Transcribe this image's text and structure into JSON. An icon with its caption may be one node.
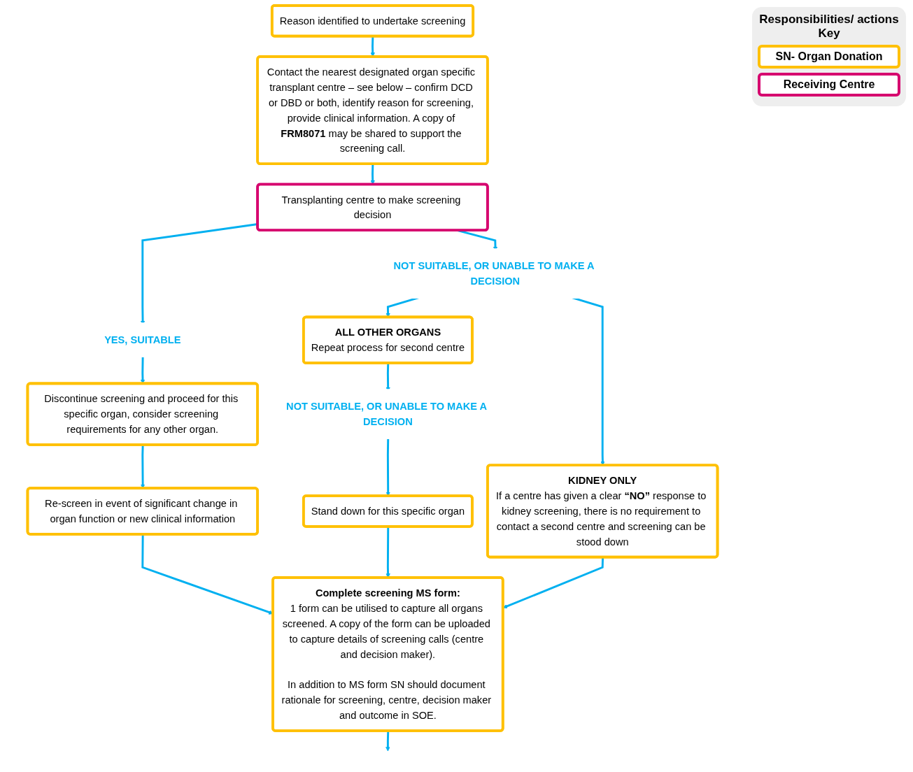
{
  "diagram": {
    "nodes": [
      {
        "text": [
          "Reason identified to undertake screening"
        ]
      },
      {
        "text": [
          "Contact the nearest designated organ specific transplant centre – see below – confirm DCD or DBD or both, identify reason for screening, provide clinical information. A copy of **FRM8071** may be shared to support the screening call."
        ]
      },
      {
        "text": [
          "Transplanting centre to make screening decision"
        ]
      },
      {
        "text": [
          "YES, SUITABLE"
        ]
      },
      {
        "text": [
          "NOT SUITABLE, OR UNABLE TO MAKE A DECISION"
        ]
      },
      {
        "text": [
          "Discontinue screening and proceed for this specific organ, consider screening requirements for any other organ."
        ]
      },
      {
        "text": [
          "ALL OTHER ORGANS",
          "Repeat process for second centre"
        ]
      },
      {
        "text": [
          "KIDNEY ONLY",
          "If a centre has given a clear **“NO”** response to kidney screening, there is no requirement to contact a second centre and screening can be stood down"
        ]
      },
      {
        "text": [
          "Re-screen in event of significant change in organ function or new clinical information"
        ]
      },
      {
        "text": [
          "NOT SUITABLE, OR UNABLE TO MAKE A DECISION"
        ]
      },
      {
        "text": [
          "Stand down for this specific organ"
        ]
      },
      {
        "text": [
          "Complete screening MS form:",
          "1 form can be utilised to capture all organs screened. A copy of the form can be uploaded to capture details of screening calls (centre and decision maker).",
          "In addition to MS form SN should document rationale for screening, centre, decision maker and outcome in SOE."
        ]
      }
    ],
    "edges": [
      {
        "from": 0,
        "to": 1,
        "arrow": "to"
      },
      {
        "from": 1,
        "to": 2,
        "arrow": "to"
      },
      {
        "from": 2,
        "to": 3,
        "arrow": "to"
      },
      {
        "from": 2,
        "to": 4,
        "arrow": "to"
      },
      {
        "from": 3,
        "to": 5,
        "arrow": "to"
      },
      {
        "from": 4,
        "to": 6,
        "arrow": "to"
      },
      {
        "from": 4,
        "to": 7,
        "arrow": "to"
      },
      {
        "from": 5,
        "to": 8,
        "arrow": "to"
      },
      {
        "from": 6,
        "to": 9,
        "arrow": "to"
      },
      {
        "from": 9,
        "to": 10,
        "arrow": "to"
      },
      {
        "from": 8,
        "to": 11,
        "arrow": "to"
      },
      {
        "from": 10,
        "to": 11,
        "arrow": "to"
      },
      {
        "from": 7,
        "to": 11,
        "arrow": "to"
      },
      {
        "from": 11,
        "to": null,
        "arrow": "to"
      }
    ],
    "labels": [
      "Responsibilities/ actions Key"
    ],
    "legend": [
      {
        "text": "SN- Organ Donation",
        "color": "#ffc000"
      },
      {
        "text": "Receiving Centre",
        "color": "#d6006e"
      }
    ]
  }
}
